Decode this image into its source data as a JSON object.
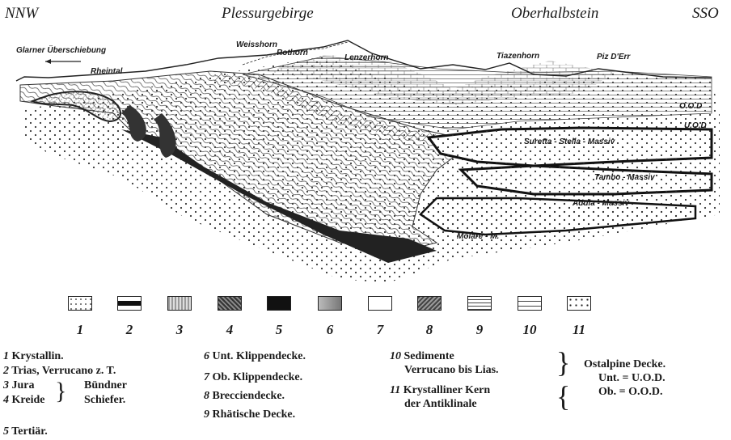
{
  "header": {
    "left": "NNW",
    "center": "Plessurgebirge",
    "right_center": "Oberhalbstein",
    "right": "SSO"
  },
  "section_labels": {
    "glarner": "Glarner Überschiebung",
    "rheintal": "Rheintal",
    "weisshorn": "Weisshorn",
    "rothorn": "Rothorn",
    "lenzerhorn": "Lenzerhorn",
    "tiazenhorn": "Tiazenhorn",
    "pizderr": "Piz D'Err",
    "suretta": "Suretta - Stella - Massiv",
    "tambo": "Tambo - Massiv",
    "adula": "Adula - Massiv",
    "molare": "Molare - M.",
    "ood": "O.O.D",
    "uod": "U.O.D"
  },
  "legend_numbers": [
    "1",
    "2",
    "3",
    "4",
    "5",
    "6",
    "7",
    "8",
    "9",
    "10",
    "11"
  ],
  "legend": {
    "c1": [
      {
        "n": "1",
        "t": "Krystallin."
      },
      {
        "n": "2",
        "t": "Trias, Verrucano z. T."
      },
      {
        "n": "3",
        "t": "Jura"
      },
      {
        "n": "4",
        "t": "Kreide"
      },
      {
        "n": "5",
        "t": "Tertiär."
      }
    ],
    "bundner": "Bündner",
    "schiefer": "Schiefer.",
    "c2": [
      {
        "n": "6",
        "t": "Unt. Klippendecke."
      },
      {
        "n": "7",
        "t": "Ob. Klippendecke."
      },
      {
        "n": "8",
        "t": "Brecciendecke."
      },
      {
        "n": "9",
        "t": "Rhätische Decke."
      }
    ],
    "c3": [
      {
        "n": "10",
        "t": "Sedimente",
        "t2": "Verrucano bis Lias."
      },
      {
        "n": "11",
        "t": "Krystalliner Kern",
        "t2": "der Antiklinale"
      }
    ],
    "ostalpine": [
      "Ostalpine Decke.",
      "Unt. = U.O.D.",
      "Ob. = O.O.D."
    ]
  }
}
